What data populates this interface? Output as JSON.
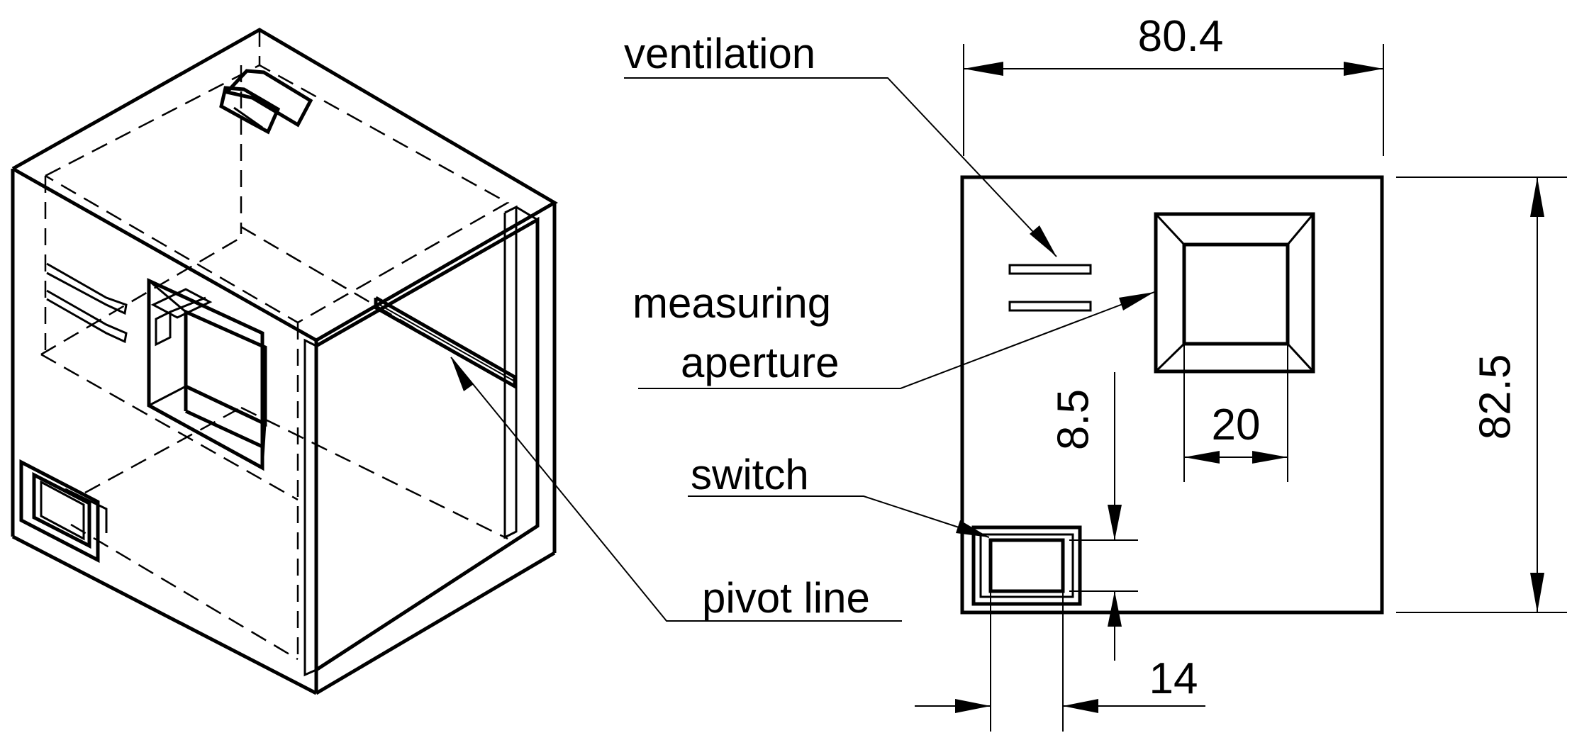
{
  "labels": {
    "ventilation": "ventilation",
    "measuring": "measuring",
    "aperture": "aperture",
    "switch": "switch",
    "pivot_line": "pivot line"
  },
  "dimensions": {
    "width": "80.4",
    "height": "82.5",
    "aperture_size": "20",
    "switch_width": "14",
    "switch_height": "8.5"
  }
}
